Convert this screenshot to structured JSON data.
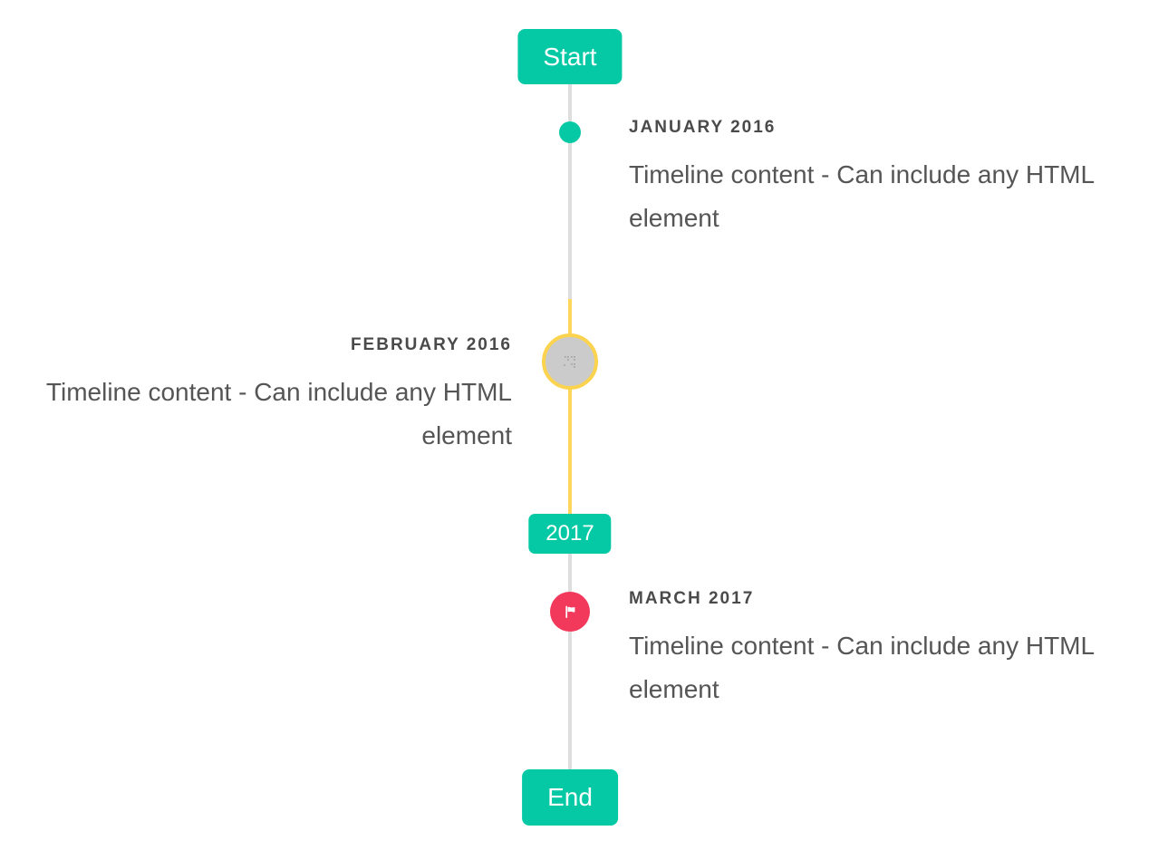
{
  "colors": {
    "teal": "#05c9a5",
    "line_gray": "#dedede",
    "line_yellow": "#ffd65c",
    "ring_yellow": "#fbd34e",
    "circle_gray": "#cbcbcb",
    "red": "#f2395c",
    "title_color": "#4a4a4a",
    "content_color": "#555555",
    "badge_text": "#ffffff"
  },
  "timeline": {
    "start_label": "Start",
    "year_label": "2017",
    "end_label": "End",
    "items": [
      {
        "title": "JANUARY 2016",
        "content": "Timeline content - Can include any HTML element",
        "side": "right",
        "marker": "teal-dot"
      },
      {
        "title": "FEBRUARY 2016",
        "content": "Timeline content - Can include any HTML element",
        "side": "left",
        "marker": "image-circle-yellow-ring"
      },
      {
        "title": "MARCH 2017",
        "content": "Timeline content - Can include any HTML element",
        "side": "right",
        "marker": "red-flag-circle"
      }
    ]
  }
}
